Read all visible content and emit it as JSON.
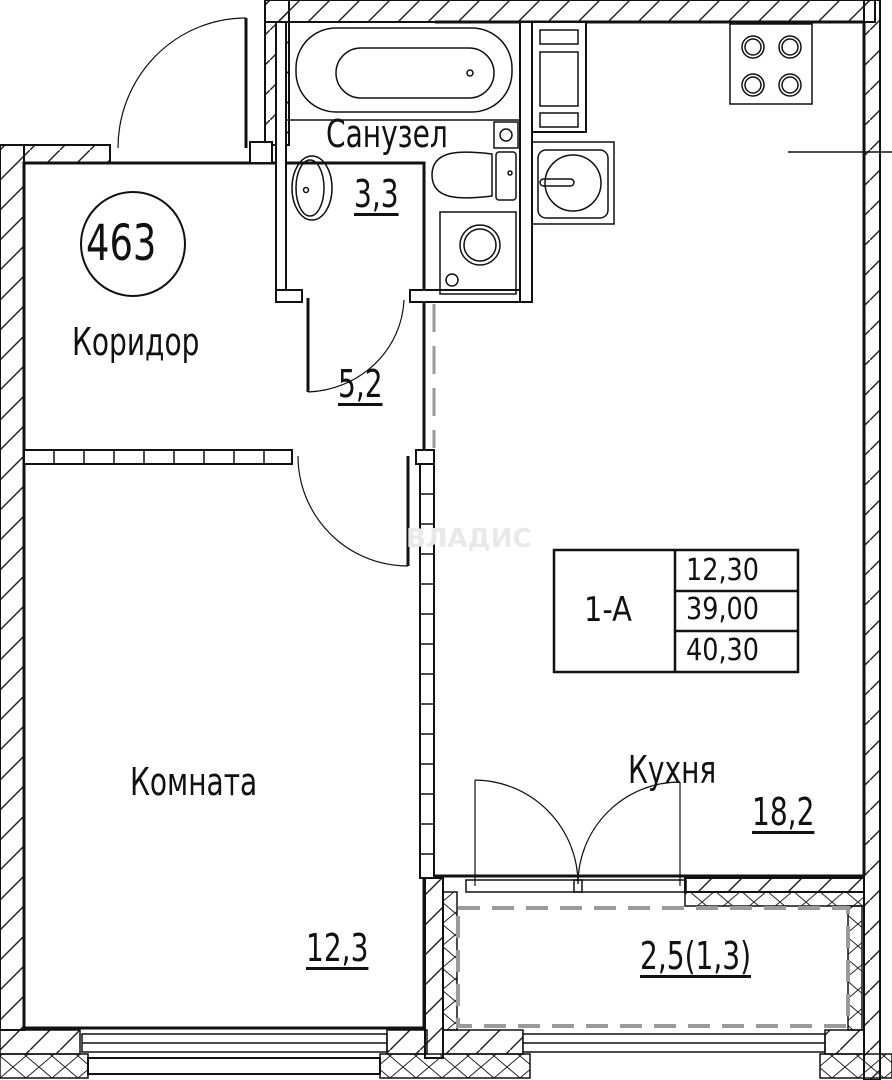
{
  "apartment": {
    "number": "463",
    "type_code": "1-A",
    "summary_table": {
      "living_area": "12,30",
      "total_area": "39,00",
      "total_with_balcony": "40,30"
    }
  },
  "rooms": [
    {
      "name": "Санузел",
      "area": "3,3"
    },
    {
      "name": "Коридор",
      "area": "5,2"
    },
    {
      "name": "Комната",
      "area": "12,3"
    },
    {
      "name": "Кухня",
      "area": "18,2"
    },
    {
      "name": "",
      "area": "2,5(1,3)"
    }
  ],
  "watermark": "ВЛАДИС",
  "colors": {
    "line": "#111111",
    "dashed": "#9a9a9a",
    "background": "#ffffff"
  }
}
